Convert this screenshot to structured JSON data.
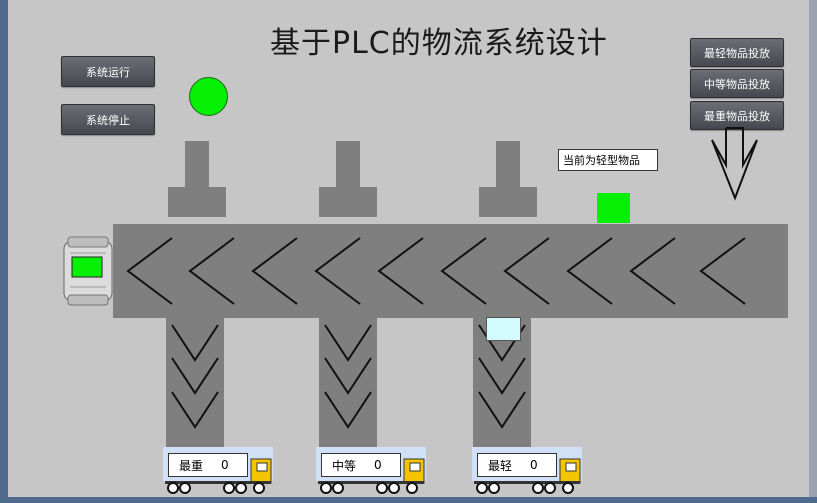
{
  "title": "基于PLC的物流系统设计",
  "buttons": {
    "run": "系统运行",
    "stop": "系统停止",
    "light": "最轻物品投放",
    "medium": "中等物品投放",
    "heavy": "最重物品投放"
  },
  "status_label": "当前为轻型物品",
  "trucks": [
    {
      "label": "最重",
      "count": "0"
    },
    {
      "label": "中等",
      "count": "0"
    },
    {
      "label": "最轻",
      "count": "0"
    }
  ],
  "colors": {
    "indicator": "#05f005",
    "conveyor": "#7f7f7f",
    "truck_cab": "#f5c400",
    "truck_bg": "#cfe0f7"
  }
}
